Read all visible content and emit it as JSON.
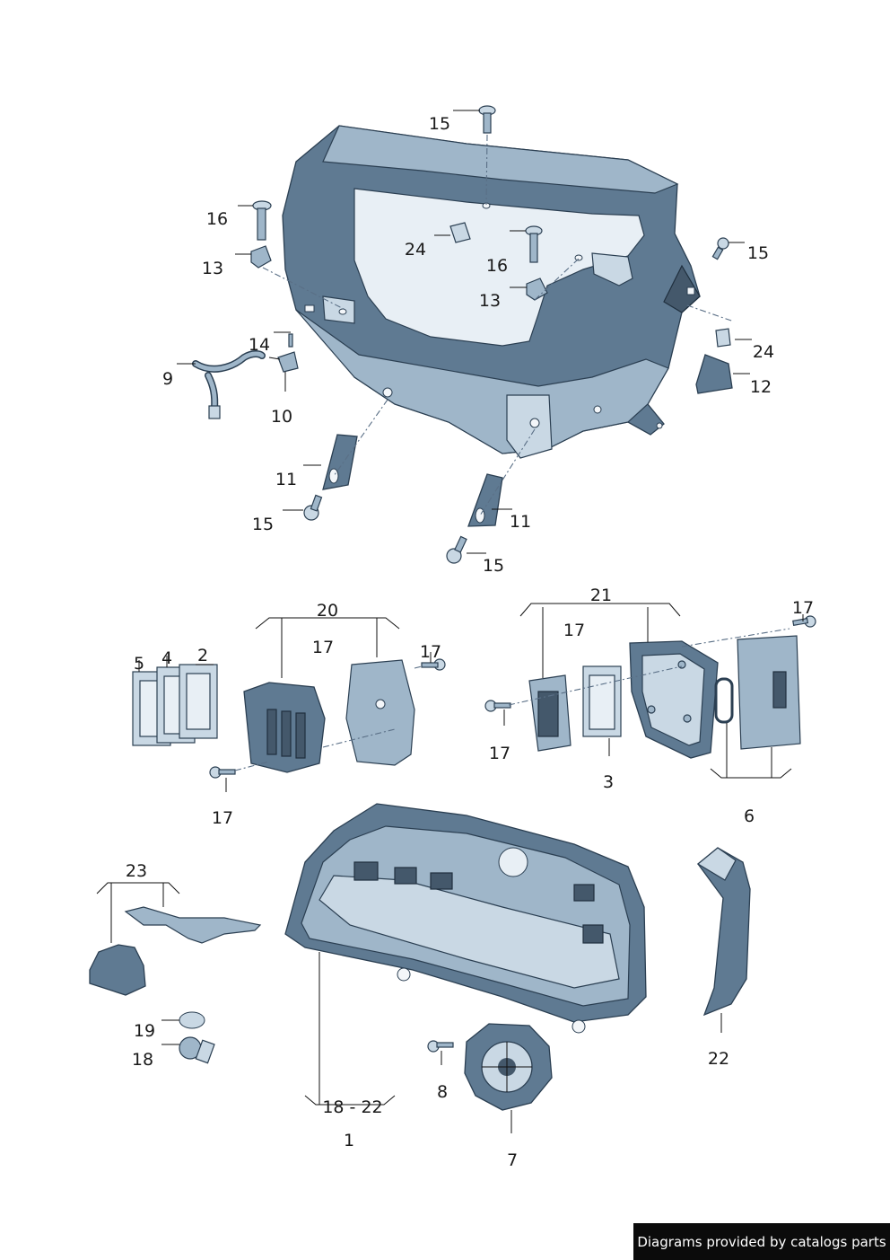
{
  "labels": {
    "c1": "15",
    "c2": "16",
    "c3": "13",
    "c4": "24",
    "c5": "16",
    "c6": "13",
    "c7": "15",
    "c8": "24",
    "c9": "12",
    "c10": "14",
    "c11": "9",
    "c12": "10",
    "c13": "11",
    "c14": "15",
    "c15": "11",
    "c16": "15",
    "c17": "20",
    "c18": "17",
    "c19": "17",
    "c20": "5",
    "c21": "4",
    "c22": "2",
    "c23": "17",
    "c24": "21",
    "c25": "17",
    "c26": "17",
    "c27": "17",
    "c28": "3",
    "c29": "6",
    "c30": "23",
    "c31": "19",
    "c32": "18",
    "c33": "18 - 22",
    "c34": "1",
    "c35": "8",
    "c36": "7",
    "c37": "22"
  },
  "footer": {
    "text": "Diagrams provided by catalogs parts"
  }
}
